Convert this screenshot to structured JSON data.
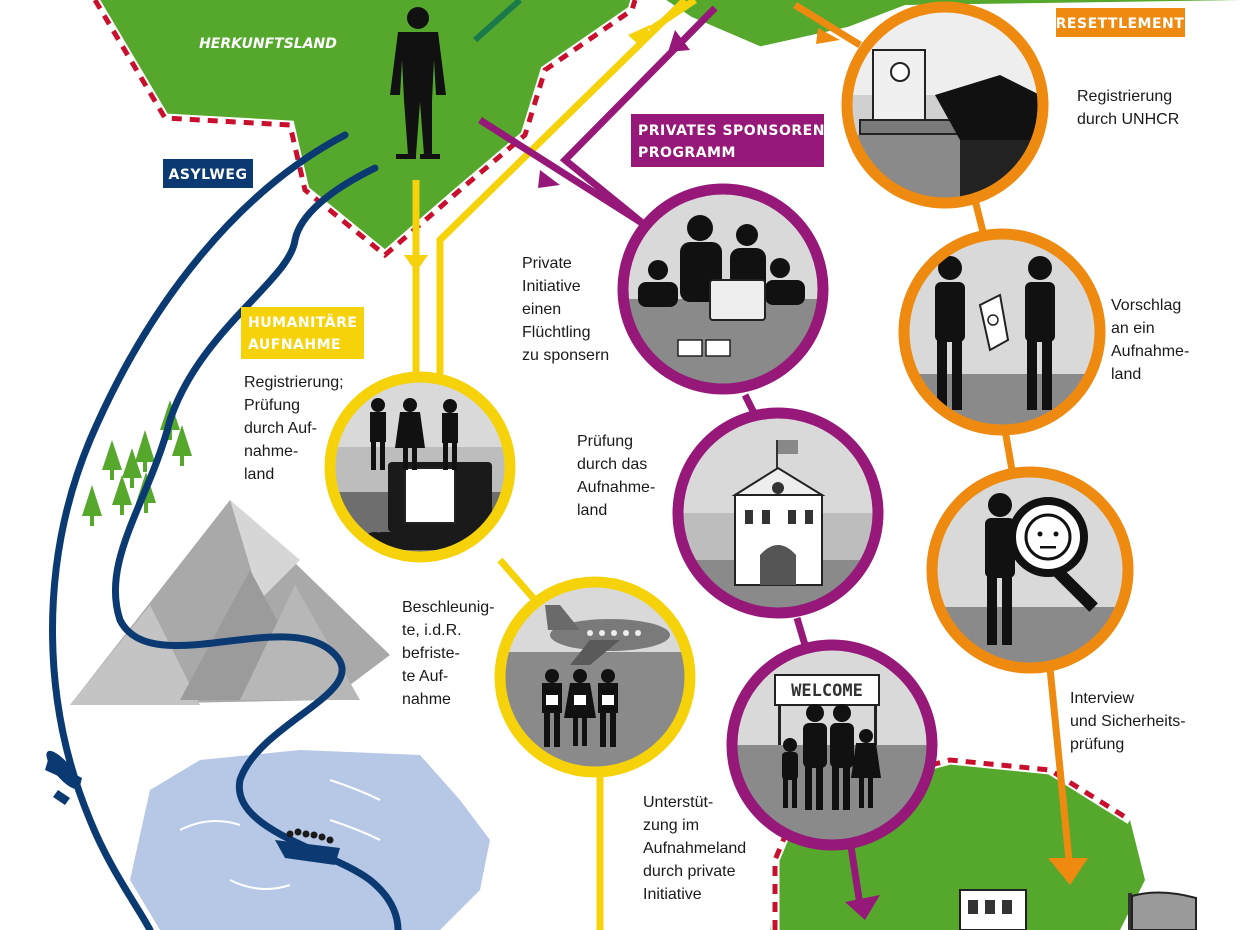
{
  "colors": {
    "asyl": "#0b3a73",
    "humanitaer": "#f5d20a",
    "privat": "#96197a",
    "resettlement": "#ee8a10",
    "land": "#55a82c",
    "border": "#c8102e",
    "circle_fill": "#bdbdbd",
    "water": "#b7c8e6",
    "mountain": "#a9a9a9"
  },
  "origin_country": "HERKUNFTSLAND",
  "routes": {
    "asyl": {
      "tag": "ASYLWEG"
    },
    "humanitaer": {
      "tag_lines": [
        "HUMANITÄRE",
        "AUFNAHME"
      ],
      "step1": [
        "Registrierung;",
        "Prüfung",
        "durch Auf-",
        "nahme-",
        "land"
      ],
      "step2": [
        "Beschleunig-",
        "te, i.d.R.",
        "befriste-",
        "te Auf-",
        "nahme"
      ]
    },
    "privat": {
      "tag_lines": [
        "PRIVATES SPONSOREN-",
        "PROGRAMM"
      ],
      "step1": [
        "Private",
        "Initiative",
        "einen",
        "Flüchtling",
        "zu sponsern"
      ],
      "step2": [
        "Prüfung",
        "durch das",
        "Aufnahme-",
        "land"
      ],
      "step3": [
        "Unterstüt-",
        "zung im",
        "Aufnahmeland",
        "durch private",
        "Initiative"
      ]
    },
    "resettlement": {
      "tag": "RESETTLEMENT",
      "step1": [
        "Registrierung",
        "durch UNHCR"
      ],
      "step2": [
        "Vorschlag",
        "an ein",
        "Aufnahme-",
        "land"
      ],
      "step3": [
        "Interview",
        "und Sicherheits-",
        "prüfung"
      ]
    }
  },
  "welcome_sign": "WELCOME",
  "icons": [
    "person-icon",
    "plane-icon",
    "boat-icon",
    "laptop-icon",
    "airplane-icon",
    "meeting-icon",
    "town-hall-icon",
    "family-icon",
    "desk-icon",
    "handshake-icon",
    "magnifier-icon",
    "building-icon",
    "flag-icon",
    "tree-icon",
    "mountain-icon",
    "lake-icon"
  ]
}
